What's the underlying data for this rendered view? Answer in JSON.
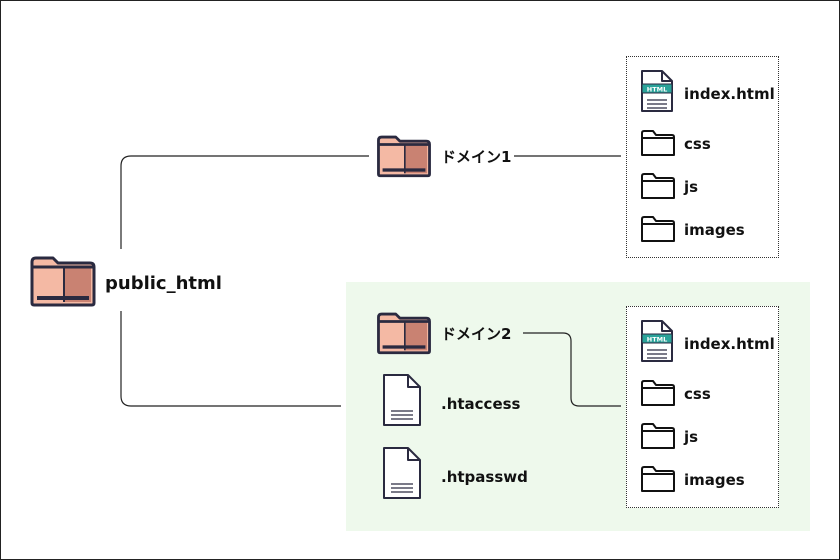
{
  "root": {
    "label": "public_html",
    "icon": "folder-icon"
  },
  "domain1": {
    "label": "ドメイン1",
    "icon": "folder-icon",
    "files": [
      {
        "label": "index.html",
        "icon": "html-file-icon",
        "badge": "HTML"
      },
      {
        "label": "css",
        "icon": "folder-outline-icon"
      },
      {
        "label": "js",
        "icon": "folder-outline-icon"
      },
      {
        "label": "images",
        "icon": "folder-outline-icon"
      }
    ]
  },
  "domain2": {
    "label": "ドメイン2",
    "icon": "folder-icon",
    "files": [
      {
        "label": "index.html",
        "icon": "html-file-icon",
        "badge": "HTML"
      },
      {
        "label": "css",
        "icon": "folder-outline-icon"
      },
      {
        "label": "js",
        "icon": "folder-outline-icon"
      },
      {
        "label": "images",
        "icon": "folder-outline-icon"
      }
    ]
  },
  "root_files": [
    {
      "label": ".htaccess",
      "icon": "document-icon"
    },
    {
      "label": ".htpasswd",
      "icon": "document-icon"
    }
  ],
  "colors": {
    "folder_front": "#f4b9a4",
    "folder_back": "#c98272",
    "outline": "#2a2a40",
    "highlight": "#eef9ec",
    "html_badge": "#2aa39a"
  }
}
